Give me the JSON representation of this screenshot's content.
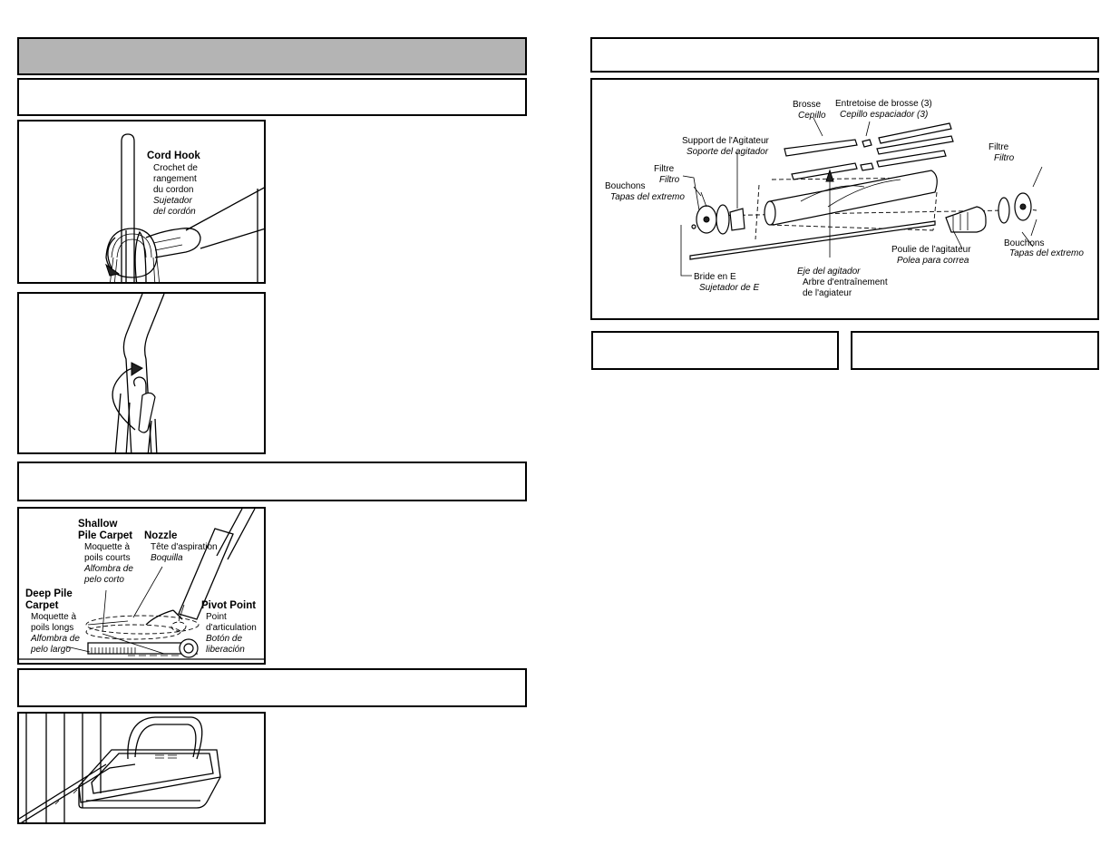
{
  "figure1": {
    "title_en": "Cord Hook",
    "fr_line1": "Crochet de",
    "fr_line2": "rangement",
    "fr_line3": "du cordon",
    "es_line1": "Sujetador",
    "es_line2": "del cordón"
  },
  "figure3": {
    "shallow_en_1": "Shallow",
    "shallow_en_2": "Pile Carpet",
    "shallow_fr_1": "Moquette à",
    "shallow_fr_2": "poils courts",
    "shallow_es_1": "Alfombra de",
    "shallow_es_2": "pelo corto",
    "nozzle_en": "Nozzle",
    "nozzle_fr": "Tête d'aspiration",
    "nozzle_es": "Boquilla",
    "deep_en_1": "Deep Pile",
    "deep_en_2": "Carpet",
    "deep_fr_1": "Moquette à",
    "deep_fr_2": "poils longs",
    "deep_es_1": "Alfombra de",
    "deep_es_2": "pelo largo",
    "pivot_en": "Pivot Point",
    "pivot_fr_1": "Point",
    "pivot_fr_2": "d'articulation",
    "pivot_es_1": "Botón de",
    "pivot_es_2": "liberación"
  },
  "agitator": {
    "brosse": "Brosse",
    "cepillo": "Cepillo",
    "entretoise": "Entretoise de brosse (3)",
    "cepillo_esp": "Cepillo espaciador (3)",
    "support": "Support de l'Agitateur",
    "soporte": "Soporte del agitador",
    "filtre_left": "Filtre",
    "filtro_left": "Filtro",
    "bouchons_left": "Bouchons",
    "tapas_left": "Tapas del extremo",
    "filtre_right": "Filtre",
    "filtro_right": "Filtro",
    "bouchons_right": "Bouchons",
    "tapas_right": "Tapas del extremo",
    "poulie": "Poulie de l'agitateur",
    "polea": "Polea para correa",
    "eje": "Eje del agitador",
    "arbre_1": "Arbre d'entraînement",
    "arbre_2": "de l'agiateur",
    "bride": "Bride en E",
    "sujetador_e": "Sujetador de E"
  }
}
